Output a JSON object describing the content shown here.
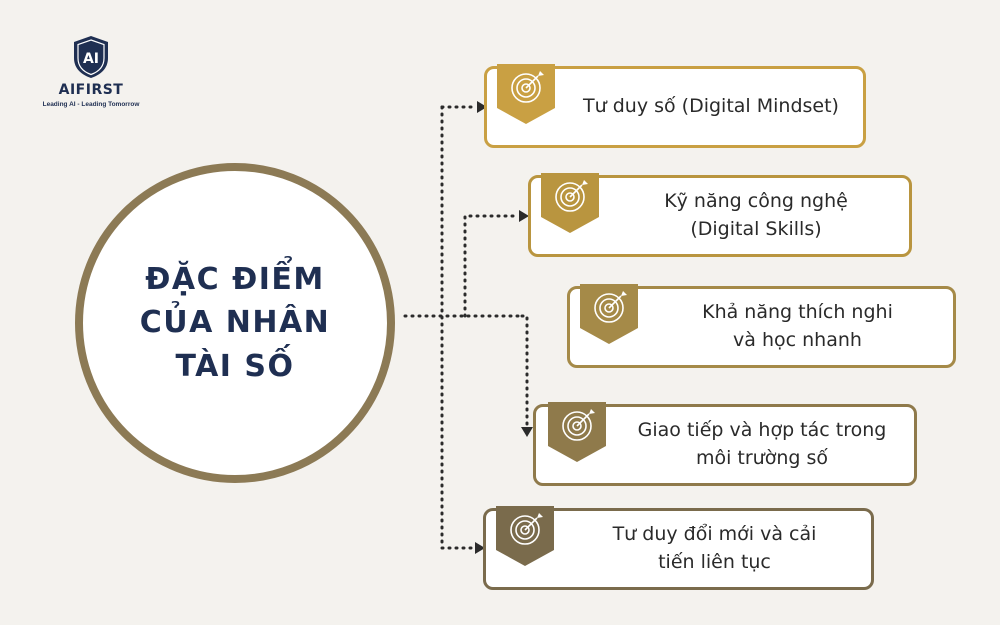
{
  "logo": {
    "mark": "AI",
    "wordmark": "AIFIRST",
    "tagline": "Leading AI - Leading Tomorrow"
  },
  "center": {
    "title_lines": [
      "ĐẶC ĐIỂM",
      "CỦA NHÂN",
      "TÀI SỐ"
    ]
  },
  "items": [
    {
      "lines": [
        "Tư duy số (Digital Mindset)"
      ],
      "icon": "target-icon",
      "badge_color": "#c9a043",
      "border_color": "#c9a043"
    },
    {
      "lines": [
        "Kỹ năng công nghệ",
        "(Digital Skills)"
      ],
      "icon": "target-icon",
      "badge_color": "#b9953f",
      "border_color": "#b9953f"
    },
    {
      "lines": [
        "Khả năng thích nghi",
        "và học nhanh"
      ],
      "icon": "target-icon",
      "badge_color": "#a58a48",
      "border_color": "#a58a48"
    },
    {
      "lines": [
        "Giao tiếp và hợp tác trong",
        "môi trường số"
      ],
      "icon": "target-icon",
      "badge_color": "#8f7a4b",
      "border_color": "#8f7a4b"
    },
    {
      "lines": [
        "Tư duy đổi mới và cải",
        "tiến liên tục"
      ],
      "icon": "target-icon",
      "badge_color": "#7a6b4c",
      "border_color": "#7a6b4c"
    }
  ],
  "colors": {
    "background": "#f4f2ee",
    "navy": "#1f2f52",
    "circle_border": "#8c7a55",
    "connector": "#2b2b2b"
  }
}
